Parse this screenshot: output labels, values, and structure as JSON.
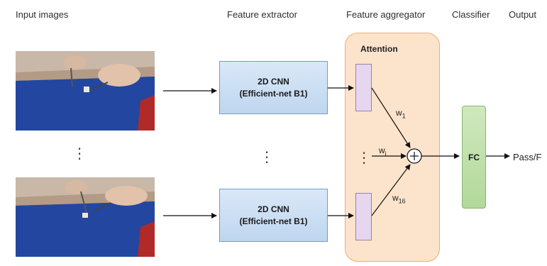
{
  "headers": {
    "input": "Input images",
    "extractor": "Feature extractor",
    "aggregator": "Feature aggregator",
    "classifier": "Classifier",
    "output": "Output"
  },
  "cnn_blocks": [
    {
      "line1": "2D CNN",
      "line2": "(Efficient-net B1)"
    },
    {
      "line1": "2D CNN",
      "line2": "(Efficient-net B1)"
    }
  ],
  "attention": {
    "title": "Attention",
    "weights": {
      "first": "w",
      "first_sub": "1",
      "mid": "w",
      "mid_sub": "i",
      "last": "w",
      "last_sub": "16"
    }
  },
  "classifier_label": "FC",
  "output_label": "Pass/F",
  "colors": {
    "cnn": "#cfe0f4",
    "attention": "#fbe3cc",
    "feature": "#e6d7ee",
    "fc": "#c2e1ad"
  }
}
